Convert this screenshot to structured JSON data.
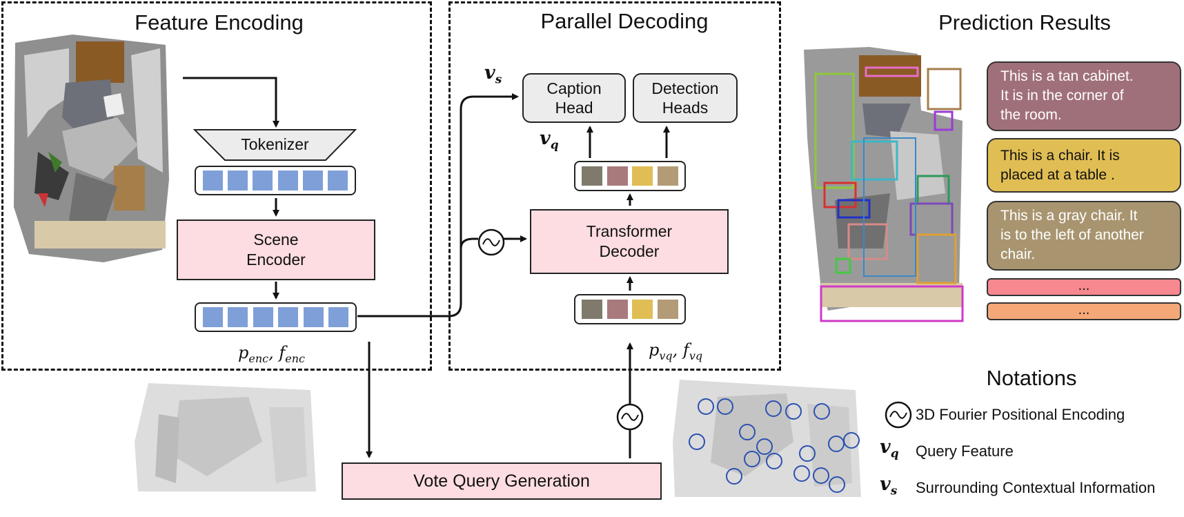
{
  "titles": {
    "feature_encoding": "Feature Encoding",
    "parallel_decoding": "Parallel Decoding",
    "prediction_results": "Prediction Results",
    "notations": "Notations"
  },
  "blocks": {
    "tokenizer": "Tokenizer",
    "scene_encoder": "Scene\nEncoder",
    "transformer_decoder": "Transformer\nDecoder",
    "caption_head": "Caption\nHead",
    "detection_heads": "Detection\nHeads",
    "vote_query_generation": "Vote Query Generation"
  },
  "labels": {
    "p_enc_f_enc": {
      "p": "p",
      "p_sub": "enc",
      "sep": ", ",
      "f": "f",
      "f_sub": "enc"
    },
    "p_vq_f_vq": {
      "p": "p",
      "p_sub": "vq",
      "sep": ", ",
      "f": "f",
      "f_sub": "vq"
    },
    "v_s": {
      "v": "v",
      "sub": "s"
    },
    "v_q": {
      "v": "v",
      "sub": "q"
    }
  },
  "captions": [
    {
      "text": "This is a tan cabinet.\nIt is in the corner of\nthe room.",
      "color": "#a0707a"
    },
    {
      "text": "This is a chair. It is\nplaced at a table .",
      "color": "#e0be54"
    },
    {
      "text": "This is a gray chair. It\nis to the left of another\nchair.",
      "color": "#a89570"
    },
    {
      "text": "...",
      "color": "#f7888f"
    },
    {
      "text": "...",
      "color": "#f4a878"
    }
  ],
  "notations": [
    {
      "symbol": "fourier-icon",
      "label": "3D Fourier Positional Encoding"
    },
    {
      "symbol_v": "v",
      "symbol_sub": "q",
      "label": "Query Feature"
    },
    {
      "symbol_v": "v",
      "symbol_sub": "s",
      "label": "Surrounding Contextual Information"
    }
  ],
  "colors": {
    "token_blue": "#7f9fd8",
    "pink_block": "#fddde1",
    "gray_head": "#ececec",
    "query_tokens": [
      "#7f7a6c",
      "#a87a7c",
      "#e0bd55",
      "#b39b78"
    ]
  }
}
